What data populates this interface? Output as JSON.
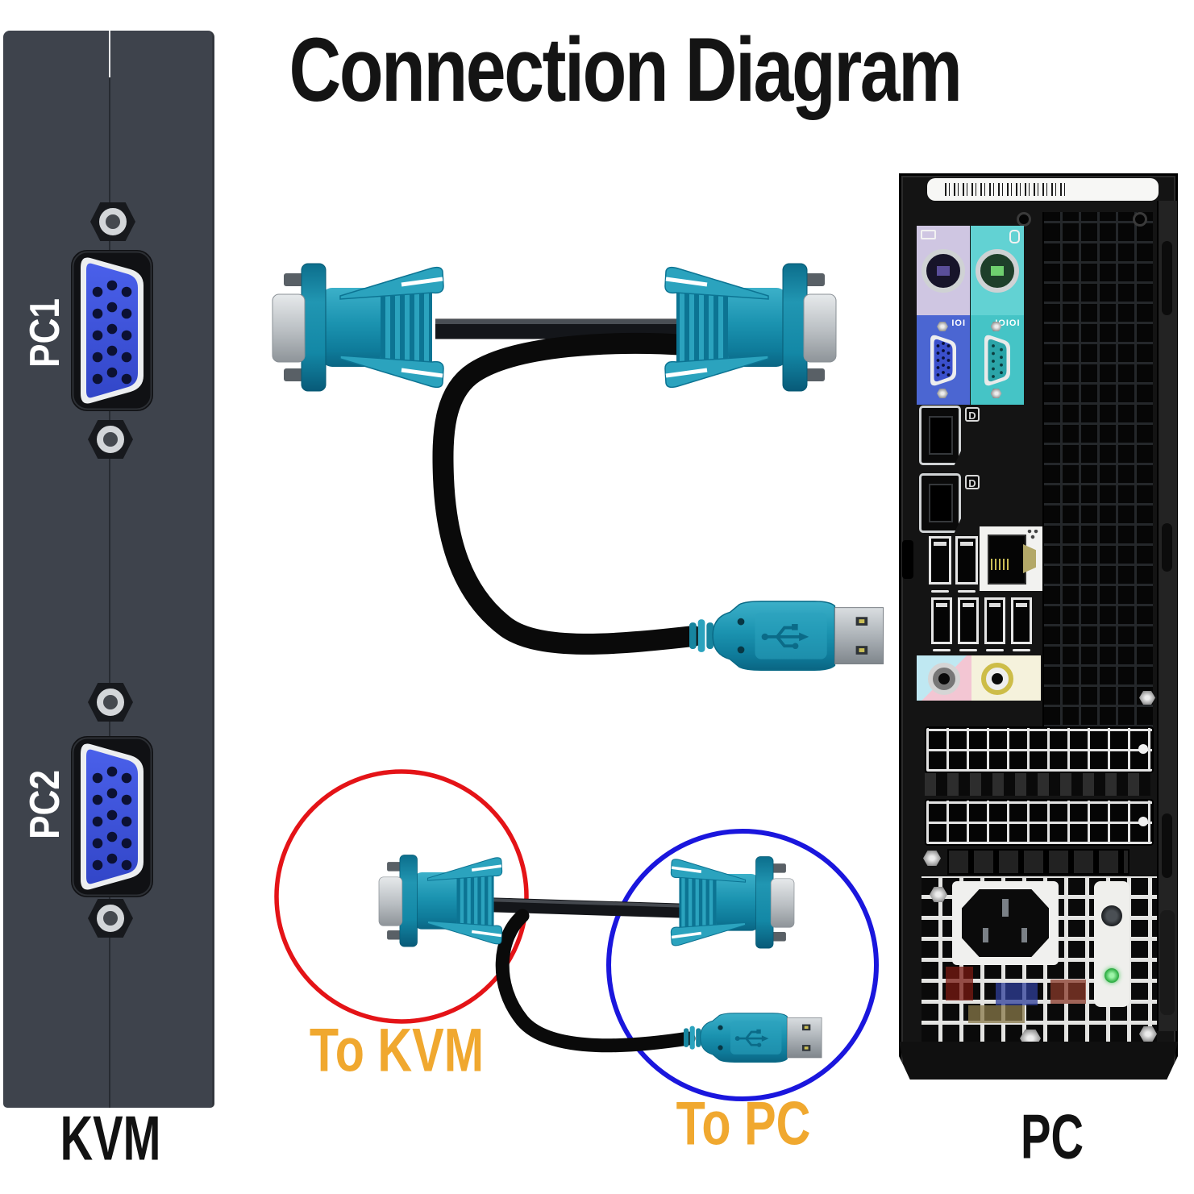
{
  "title": "Connection Diagram",
  "kvm": {
    "label": "KVM",
    "ports": [
      {
        "label": "PC1"
      },
      {
        "label": "PC2"
      }
    ]
  },
  "pc": {
    "label": "PC",
    "io": {
      "displayport_icon": "D",
      "vga_icon": "IOI",
      "serial_icon": "IOIOI"
    }
  },
  "annotations": {
    "to_kvm": "To KVM",
    "to_pc": "To PC"
  },
  "colors": {
    "connector_teal": "#1d93b0",
    "connector_teal_dark": "#0c7493",
    "connector_teal_light": "#2ba3be",
    "cable_black": "#0a0a0a",
    "circle_red": "#e41317",
    "circle_blue": "#1a16dd",
    "label_orange": "#f0a82f",
    "kvm_panel": "#3e434c",
    "vga_port_blue": "#3c50d8",
    "text_black": "#121212"
  }
}
